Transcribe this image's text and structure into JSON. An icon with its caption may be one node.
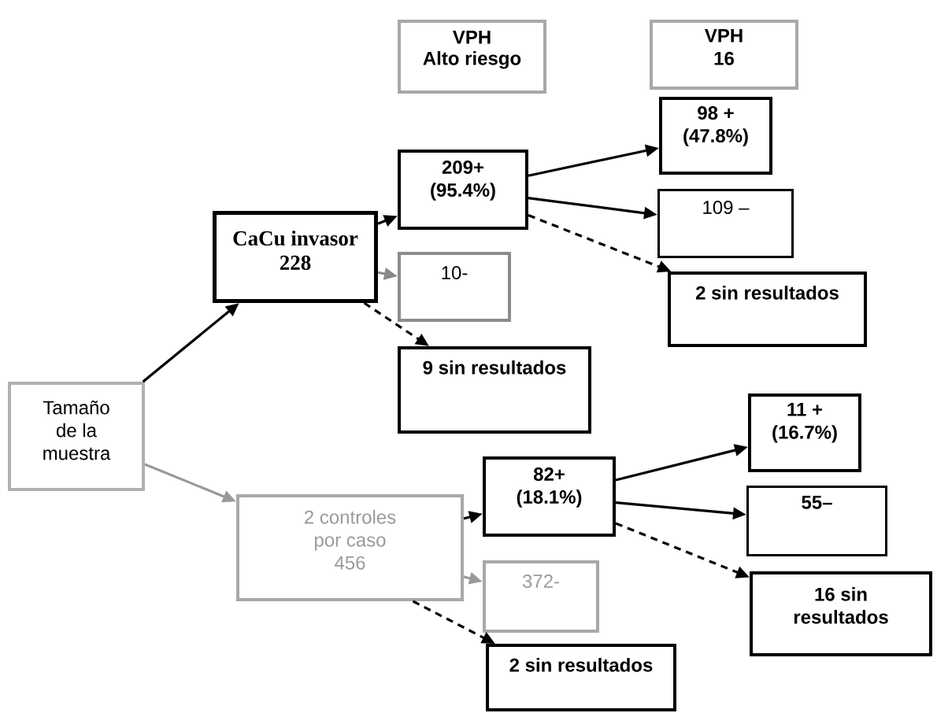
{
  "diagram": {
    "nodes": [
      {
        "text": [
          "VPH",
          "Alto riesgo"
        ]
      },
      {
        "text": [
          "VPH",
          "16"
        ]
      },
      {
        "text": [
          "Tamaño de la muestra"
        ]
      },
      {
        "text": [
          "CaCu invasor 228"
        ]
      },
      {
        "text": [
          "209+ (95.4%)"
        ]
      },
      {
        "text": [
          "98 + (47.8%)"
        ]
      },
      {
        "text": [
          "109 –"
        ]
      },
      {
        "text": [
          "2 sin resultados"
        ]
      },
      {
        "text": [
          "10-"
        ]
      },
      {
        "text": [
          "9 sin resultados"
        ]
      },
      {
        "text": [
          "2 controles por caso 456"
        ]
      },
      {
        "text": [
          "82+ (18.1%)"
        ]
      },
      {
        "text": [
          "11 + (16.7%)"
        ]
      },
      {
        "text": [
          "55–"
        ]
      },
      {
        "text": [
          "16 sin resultados"
        ]
      },
      {
        "text": [
          "372-"
        ]
      },
      {
        "text": [
          "2 sin resultados"
        ]
      }
    ],
    "edges": [
      {
        "from": 2,
        "to": 3,
        "arrow": "to"
      },
      {
        "from": 2,
        "to": 10,
        "arrow": "to",
        "color": "#999999"
      },
      {
        "from": 3,
        "to": 4,
        "arrow": "to"
      },
      {
        "from": 3,
        "to": 8,
        "arrow": "to",
        "color": "#888888"
      },
      {
        "from": 3,
        "to": 9,
        "arrow": "to",
        "style": "dashed"
      },
      {
        "from": 4,
        "to": 5,
        "arrow": "to"
      },
      {
        "from": 4,
        "to": 6,
        "arrow": "to"
      },
      {
        "from": 4,
        "to": 7,
        "arrow": "to",
        "style": "dashed"
      },
      {
        "from": 10,
        "to": 11,
        "arrow": "to"
      },
      {
        "from": 10,
        "to": 15,
        "arrow": "to",
        "color": "#999999"
      },
      {
        "from": 10,
        "to": 16,
        "arrow": "to",
        "style": "dashed"
      },
      {
        "from": 11,
        "to": 12,
        "arrow": "to"
      },
      {
        "from": 11,
        "to": 13,
        "arrow": "to"
      },
      {
        "from": 11,
        "to": 14,
        "arrow": "to",
        "style": "dashed"
      }
    ]
  }
}
